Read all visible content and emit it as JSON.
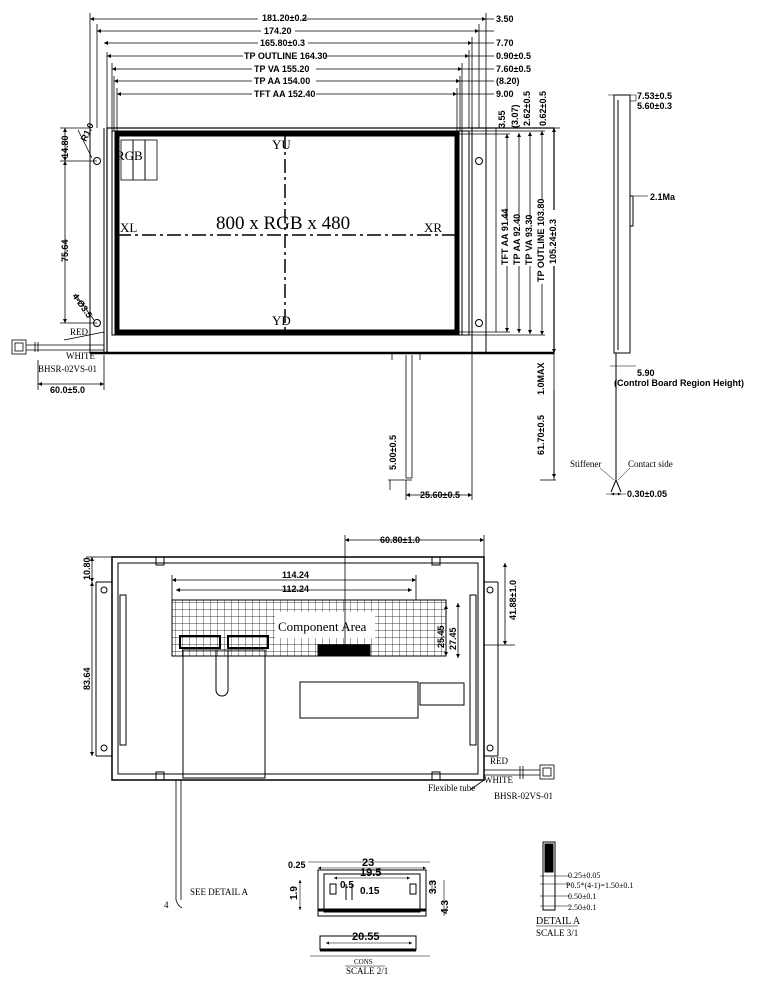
{
  "front_view": {
    "top_dims": [
      "181.20±0.2",
      "174.20",
      "165.80±0.3",
      "TP OUTLINE 164.30",
      "TP VA 155.20",
      "TP AA 154.00",
      "TFT AA 152.40"
    ],
    "right_top_dims": [
      "3.50",
      "7.70",
      "0.90±0.5",
      "7.60±0.5",
      "(8.20)",
      "9.00"
    ],
    "right_vertical_dims": [
      "3.55",
      "(3.07)",
      "2.62±0.5",
      "0.62±0.5",
      "TFT AA 91.44",
      "TP AA 92.40",
      "TP VA 93.30",
      "TP OUTLINE 103.80",
      "105.24±0.3",
      "1.0MAX",
      "61.70±0.5",
      "5.00±0.5"
    ],
    "left_dims": [
      "14.80",
      "75.64",
      "R1.0",
      "4-Ø3.5"
    ],
    "bottom_dims": [
      "60.0±5.0",
      "25.60±0.5"
    ],
    "screen_labels": {
      "rgb": "RGB",
      "yu": "YU",
      "yd": "YD",
      "xl": "XL",
      "xr": "XR",
      "resolution": "800 x RGB x 480"
    },
    "wire_labels": {
      "red": "RED",
      "white": "WHITE",
      "connector": "BHSR-02VS-01"
    }
  },
  "side_view": {
    "dims": [
      "7.53±0.5",
      "5.60±0.3",
      "2.1Ma",
      "5.90",
      "(Control Board Region Height)",
      "0.30±0.05"
    ],
    "labels": {
      "stiffener": "Stiffener",
      "contact": "Contact side"
    }
  },
  "back_view": {
    "dims": [
      "60.80±1.0",
      "114.24",
      "112.24",
      "25.45",
      "27.45",
      "41.88±1.0",
      "10.80",
      "83.64"
    ],
    "labels": {
      "component_area": "Component Area",
      "red": "RED",
      "white": "WHITE",
      "flexible_tube": "Flexible tube",
      "connector": "BHSR-02VS-01",
      "see_detail": "SEE DETAIL A",
      "four": "4"
    }
  },
  "conn_detail": {
    "dims": [
      "0.25",
      "23",
      "19.5",
      "0.5",
      "0.15",
      "1.9",
      "3.3",
      "4.3",
      "20.55"
    ],
    "title": "CONS",
    "scale": "SCALE 2/1"
  },
  "detail_a": {
    "dims": [
      "0.25±0.05",
      "P0.5*(4-1)=1.50±0.1",
      "0.50±0.1",
      "2.50±0.1"
    ],
    "title": "DETAIL A",
    "scale": "SCALE 3/1"
  }
}
